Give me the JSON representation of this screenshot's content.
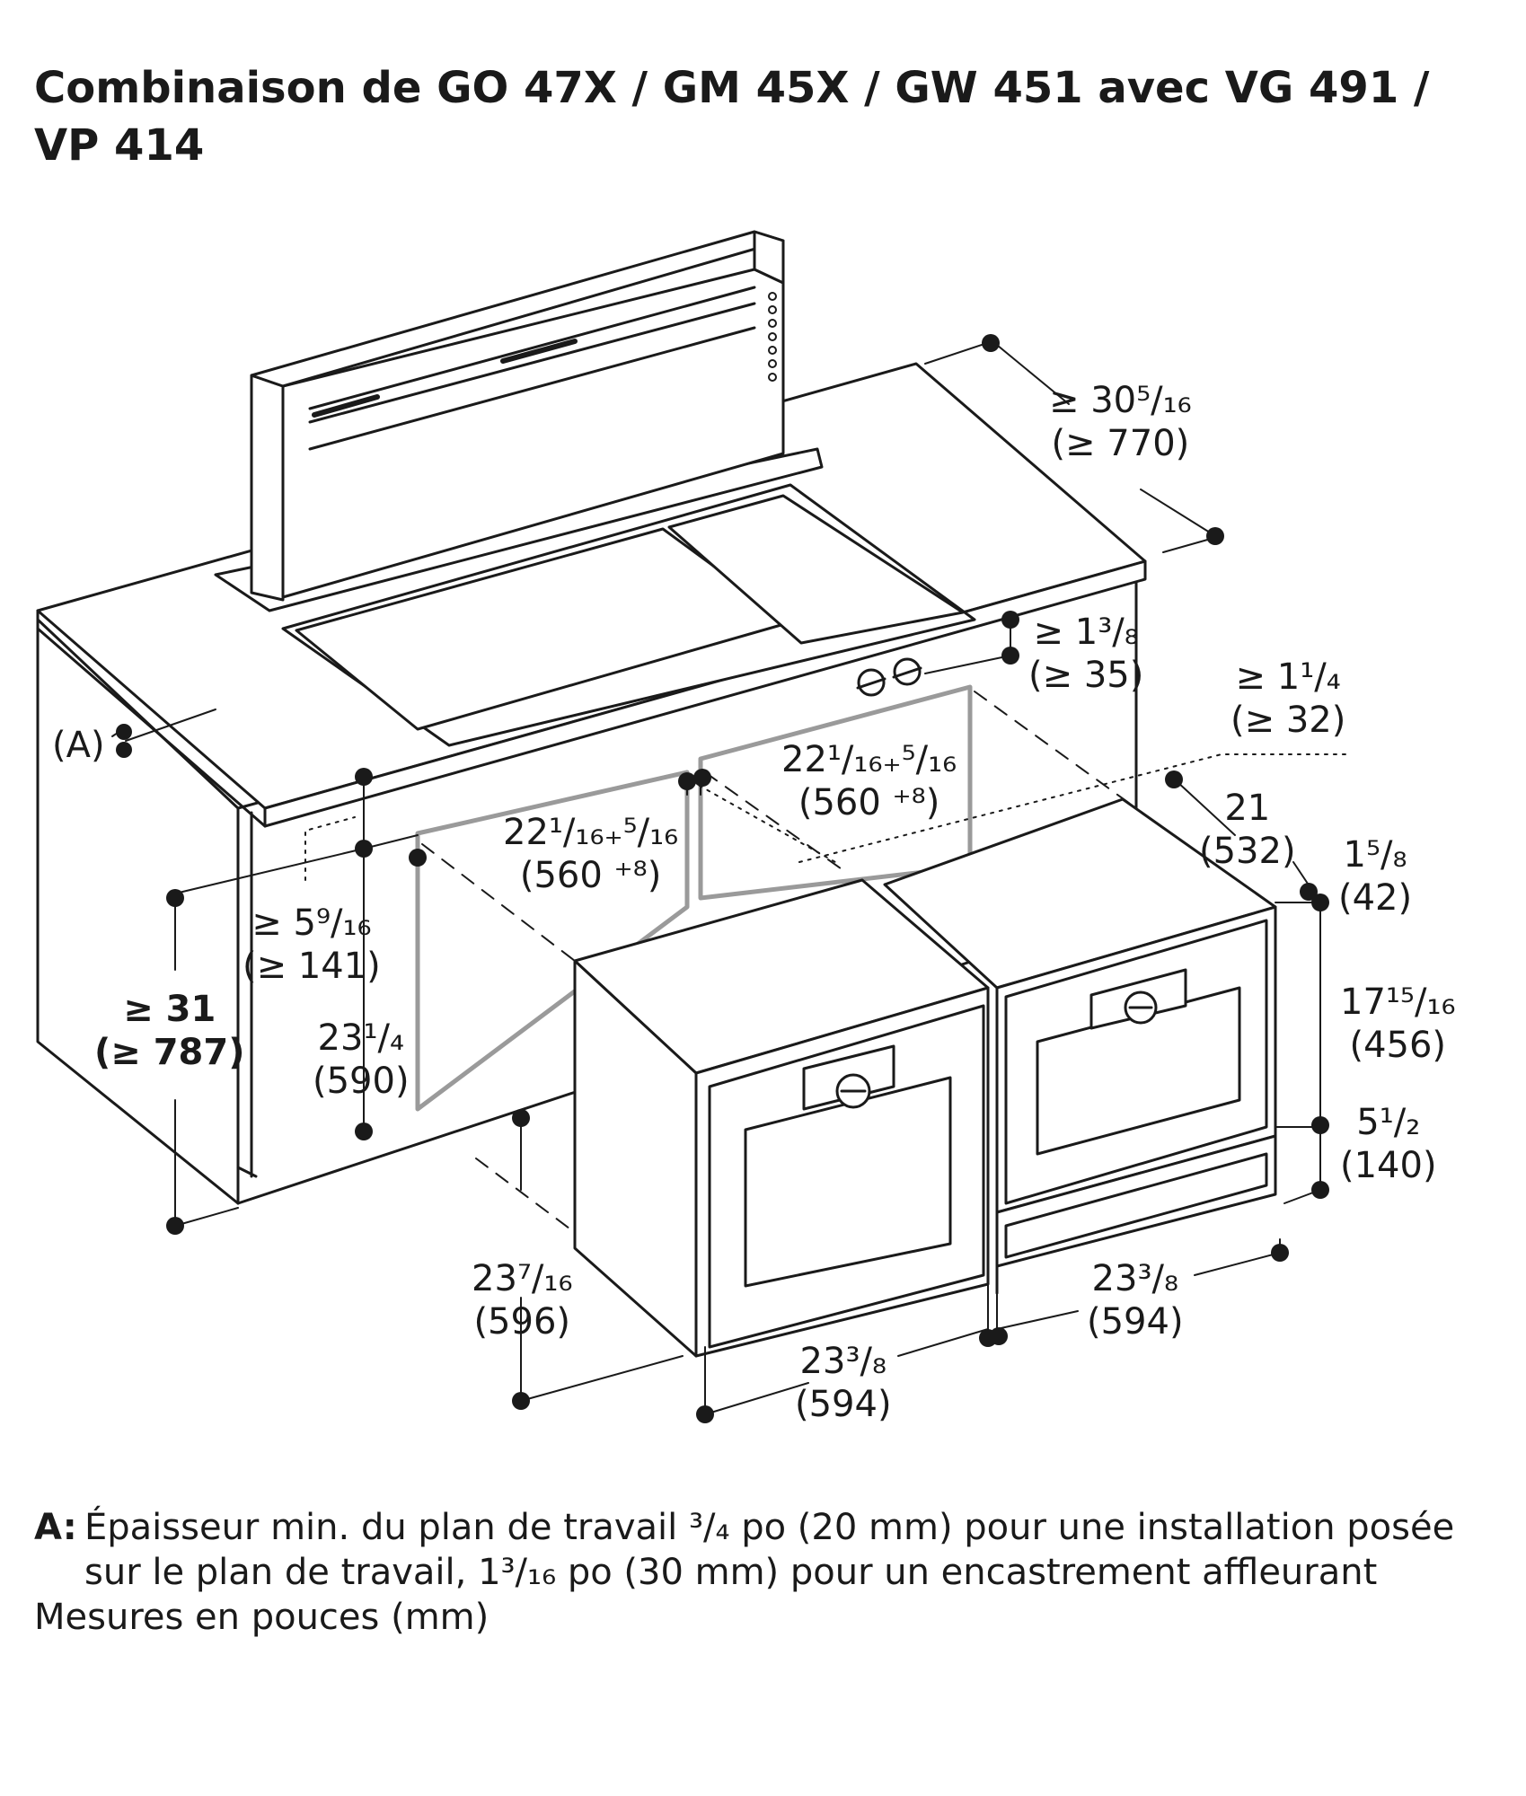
{
  "title": {
    "line1": "Combinaison de GO 47X / GM 45X / GW 451 avec VG 491 /",
    "line2": "VP 414"
  },
  "dimensions": {
    "hood_depth": {
      "imperial": "≥ 30⁵/₁₆",
      "metric": "(≥ 770)"
    },
    "knob_setback": {
      "imperial": "≥ 1³/₈",
      "metric": "(≥ 35)"
    },
    "rear_clearance": {
      "imperial": "≥ 1¹/₄",
      "metric": "(≥ 32)"
    },
    "cutout_width_right": {
      "imperial": "22¹/₁₆₊⁵/₁₆",
      "metric": "(560 ⁺⁸)"
    },
    "cutout_width_left": {
      "imperial": "22¹/₁₆₊⁵/₁₆",
      "metric": "(560 ⁺⁸)"
    },
    "warming_depth": {
      "imperial": "21",
      "metric": "(532)"
    },
    "front_offset": {
      "imperial": "1⁵/₈",
      "metric": "(42)"
    },
    "top_gap": {
      "imperial": "≥ 5⁹/₁₆",
      "metric": "(≥ 141)"
    },
    "counter_height": {
      "imperial": "≥ 31",
      "metric": "(≥ 787)"
    },
    "cutout_height": {
      "imperial": "23¹/₄",
      "metric": "(590)"
    },
    "oven2_height": {
      "imperial": "17¹⁵/₁₆",
      "metric": "(456)"
    },
    "drawer_height": {
      "imperial": "5¹/₂",
      "metric": "(140)"
    },
    "oven_depth": {
      "imperial": "23⁷/₁₆",
      "metric": "(596)"
    },
    "oven1_width": {
      "imperial": "23³/₈",
      "metric": "(594)"
    },
    "oven2_width": {
      "imperial": "23³/₈",
      "metric": "(594)"
    }
  },
  "marker_a": "(A)",
  "notes": {
    "a_key": "A:",
    "a_text": "Épaisseur min. du plan de travail ³/₄ po (20 mm) pour une installation posée sur le plan de travail, 1³/₁₆ po (30 mm) pour un encastrement affleurant",
    "units": "Mesures en pouces (mm)"
  },
  "colors": {
    "line": "#1a1a1a",
    "cutout": "#9a9a9a",
    "background": "#ffffff"
  }
}
